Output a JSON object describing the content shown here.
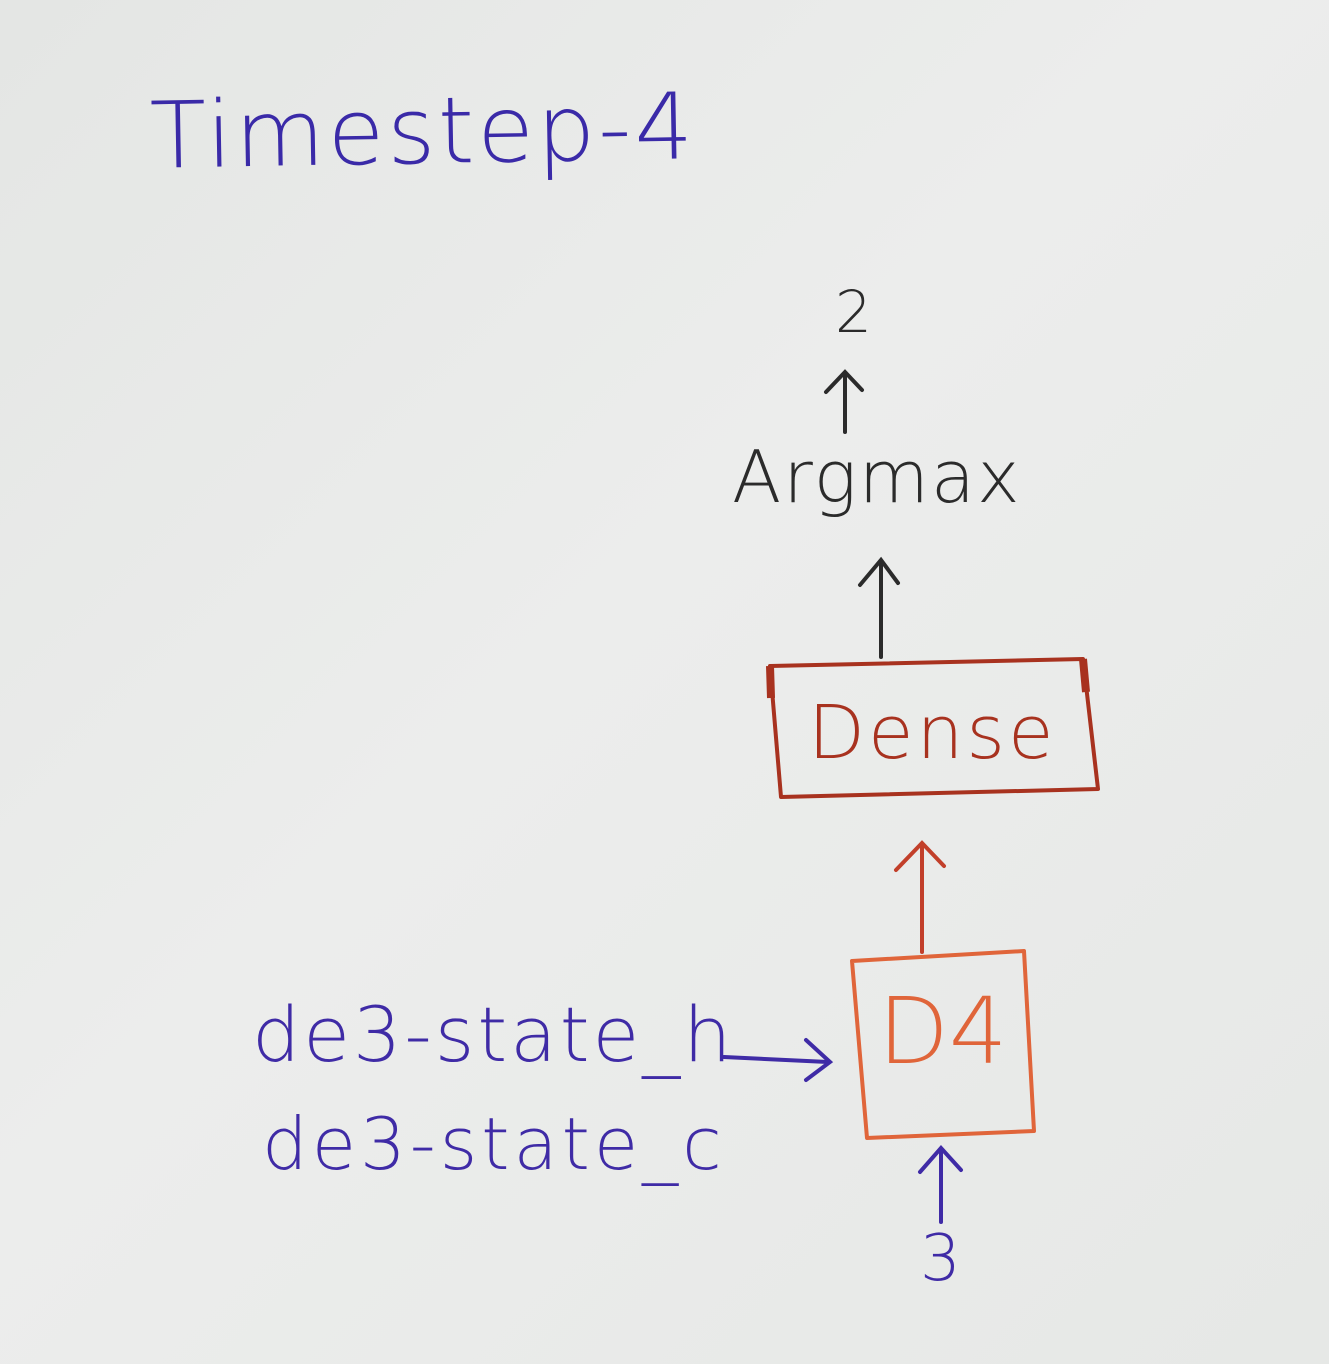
{
  "title": "Timestep-4",
  "nodes": {
    "output_value": "2",
    "argmax": "Argmax",
    "dense": "Dense",
    "decoder": "D4",
    "input_value": "3"
  },
  "states": {
    "hidden": "de3-state_h",
    "cell": "de3-state_c"
  },
  "colors": {
    "title": "#3a2aa8",
    "states": "#3f2ba6",
    "input": "#3f2ba6",
    "argmax": "#2b2b2b",
    "dense": "#a8321f",
    "decoder": "#e0653a"
  }
}
